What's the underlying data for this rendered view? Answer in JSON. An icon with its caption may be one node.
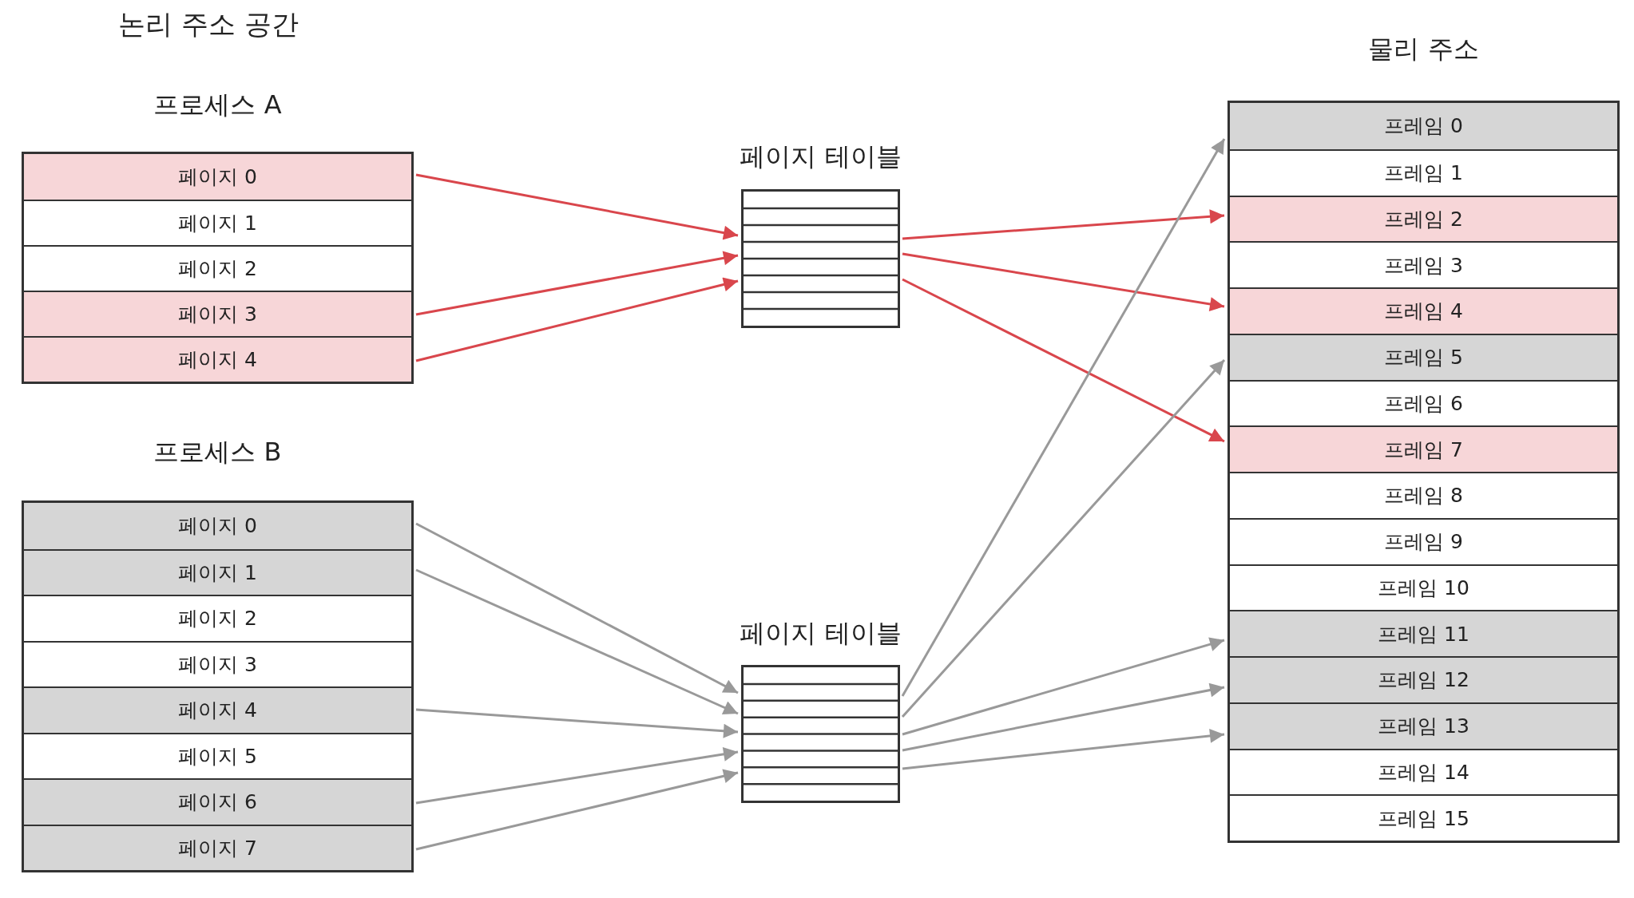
{
  "diagram": {
    "nodes": [
      {
        "text": [
          "프로세스 A"
        ]
      },
      {
        "text": [
          "페이지 0"
        ],
        "in": 0
      },
      {
        "text": [
          "페이지 1"
        ],
        "in": 0
      },
      {
        "text": [
          "페이지 2"
        ],
        "in": 0
      },
      {
        "text": [
          "페이지 3"
        ],
        "in": 0
      },
      {
        "text": [
          "페이지 4"
        ],
        "in": 0
      },
      {
        "text": [
          "프로세스 B"
        ]
      },
      {
        "text": [
          "페이지 0"
        ],
        "in": 6
      },
      {
        "text": [
          "페이지 1"
        ],
        "in": 6
      },
      {
        "text": [
          "페이지 2"
        ],
        "in": 6
      },
      {
        "text": [
          "페이지 3"
        ],
        "in": 6
      },
      {
        "text": [
          "페이지 4"
        ],
        "in": 6
      },
      {
        "text": [
          "페이지 5"
        ],
        "in": 6
      },
      {
        "text": [
          "페이지 6"
        ],
        "in": 6
      },
      {
        "text": [
          "페이지 7"
        ],
        "in": 6
      },
      {
        "text": [
          "페이지 테이블"
        ]
      },
      {
        "text": [
          "페이지 테이블"
        ]
      },
      {
        "text": [
          "물리 주소"
        ]
      },
      {
        "text": [
          "프레임 0"
        ],
        "in": 17
      },
      {
        "text": [
          "프레임 1"
        ],
        "in": 17
      },
      {
        "text": [
          "프레임 2"
        ],
        "in": 17
      },
      {
        "text": [
          "프레임 3"
        ],
        "in": 17
      },
      {
        "text": [
          "프레임 4"
        ],
        "in": 17
      },
      {
        "text": [
          "프레임 5"
        ],
        "in": 17
      },
      {
        "text": [
          "프레임 6"
        ],
        "in": 17
      },
      {
        "text": [
          "프레임 7"
        ],
        "in": 17
      },
      {
        "text": [
          "프레임 8"
        ],
        "in": 17
      },
      {
        "text": [
          "프레임 9"
        ],
        "in": 17
      },
      {
        "text": [
          "프레임 10"
        ],
        "in": 17
      },
      {
        "text": [
          "프레임 11"
        ],
        "in": 17
      },
      {
        "text": [
          "프레임 12"
        ],
        "in": 17
      },
      {
        "text": [
          "프레임 13"
        ],
        "in": 17
      },
      {
        "text": [
          "프레임 14"
        ],
        "in": 17
      },
      {
        "text": [
          "프레임 15"
        ],
        "in": 17
      }
    ],
    "edges": [
      {
        "from": 1,
        "to": 15,
        "arrow": "to",
        "color": "#d9464c"
      },
      {
        "from": 4,
        "to": 15,
        "arrow": "to",
        "color": "#d9464c"
      },
      {
        "from": 5,
        "to": 15,
        "arrow": "to",
        "color": "#d9464c"
      },
      {
        "from": 15,
        "to": 20,
        "arrow": "to",
        "color": "#d9464c"
      },
      {
        "from": 15,
        "to": 22,
        "arrow": "to",
        "color": "#d9464c"
      },
      {
        "from": 15,
        "to": 25,
        "arrow": "to",
        "color": "#d9464c"
      },
      {
        "from": 7,
        "to": 16,
        "arrow": "to"
      },
      {
        "from": 8,
        "to": 16,
        "arrow": "to"
      },
      {
        "from": 11,
        "to": 16,
        "arrow": "to"
      },
      {
        "from": 13,
        "to": 16,
        "arrow": "to"
      },
      {
        "from": 14,
        "to": 16,
        "arrow": "to"
      },
      {
        "from": 16,
        "to": 18,
        "arrow": "to"
      },
      {
        "from": 16,
        "to": 23,
        "arrow": "to"
      },
      {
        "from": 16,
        "to": 29,
        "arrow": "to"
      },
      {
        "from": 16,
        "to": 30,
        "arrow": "to"
      },
      {
        "from": 16,
        "to": 31,
        "arrow": "to"
      }
    ],
    "labels": [
      "논리 주소 공간"
    ]
  }
}
